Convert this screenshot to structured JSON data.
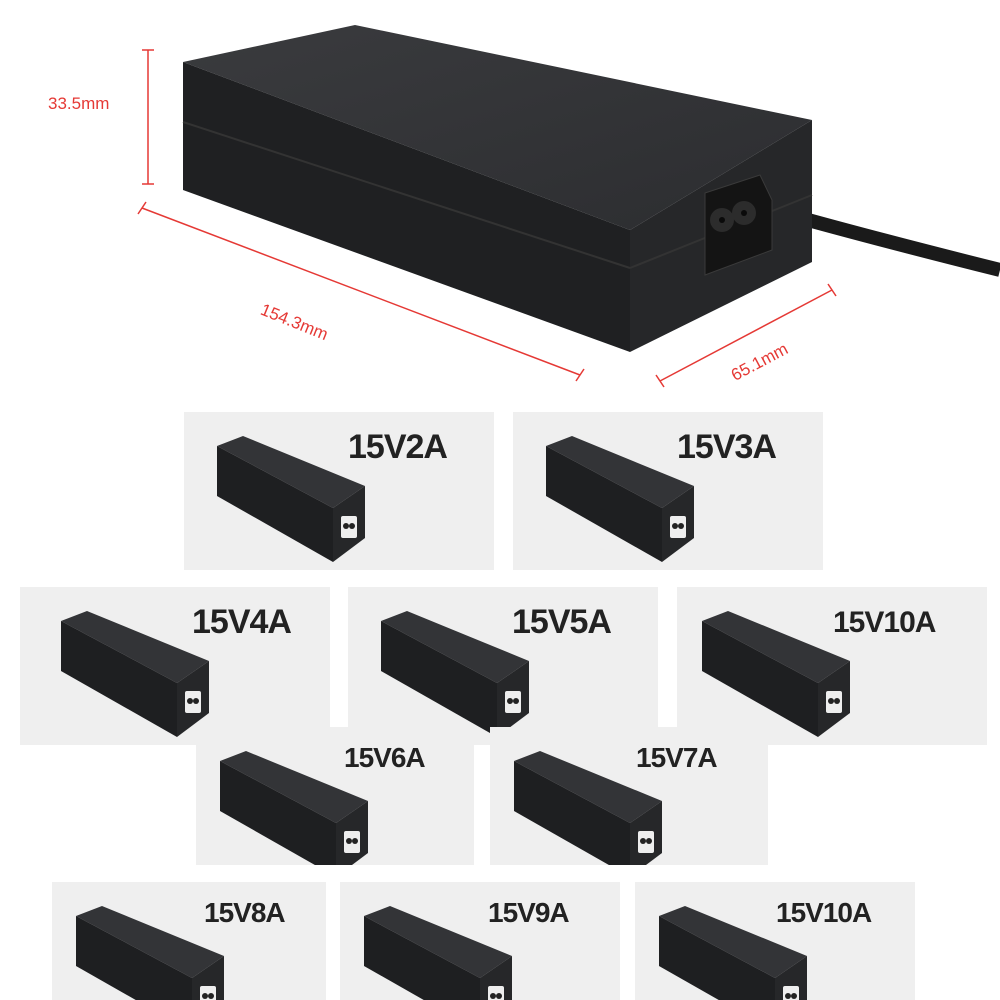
{
  "dimensions": {
    "height": "33.5mm",
    "length": "154.3mm",
    "width": "65.1mm"
  },
  "variants": [
    {
      "label": "15V2A"
    },
    {
      "label": "15V3A"
    },
    {
      "label": "15V4A"
    },
    {
      "label": "15V5A"
    },
    {
      "label": "15V10A"
    },
    {
      "label": "15V6A"
    },
    {
      "label": "15V7A"
    },
    {
      "label": "15V8A"
    },
    {
      "label": "15V9A"
    },
    {
      "label": "15V10A"
    }
  ],
  "colors": {
    "dimension": "#e53935",
    "product": "#2a2b2d"
  }
}
